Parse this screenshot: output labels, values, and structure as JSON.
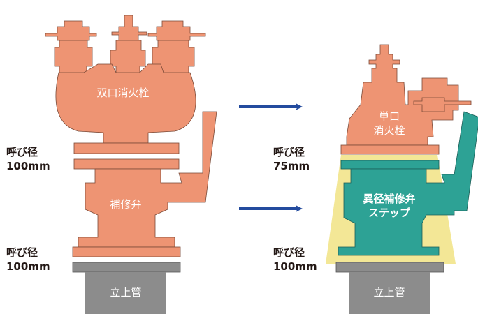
{
  "left_assembly": {
    "hydrant_label": "双口消火栓",
    "valve_label": "補修弁",
    "riser_label": "立上管",
    "upper_size": {
      "line1": "呼び径",
      "line2": "100mm"
    },
    "lower_size": {
      "line1": "呼び径",
      "line2": "100mm"
    }
  },
  "right_assembly": {
    "hydrant_label_line1": "単口",
    "hydrant_label_line2": "消火栓",
    "valve_label_line1": "異径補修弁",
    "valve_label_line2": "ステップ",
    "riser_label": "立上管",
    "upper_size": {
      "line1": "呼び径",
      "line2": "75mm"
    },
    "lower_size": {
      "line1": "呼び径",
      "line2": "100mm"
    }
  },
  "colors": {
    "hydrant": "#ee9473",
    "valve_step": "#2da295",
    "highlight": "#f3e796",
    "riser": "#8c8c8c",
    "arrow": "#234b9e"
  }
}
